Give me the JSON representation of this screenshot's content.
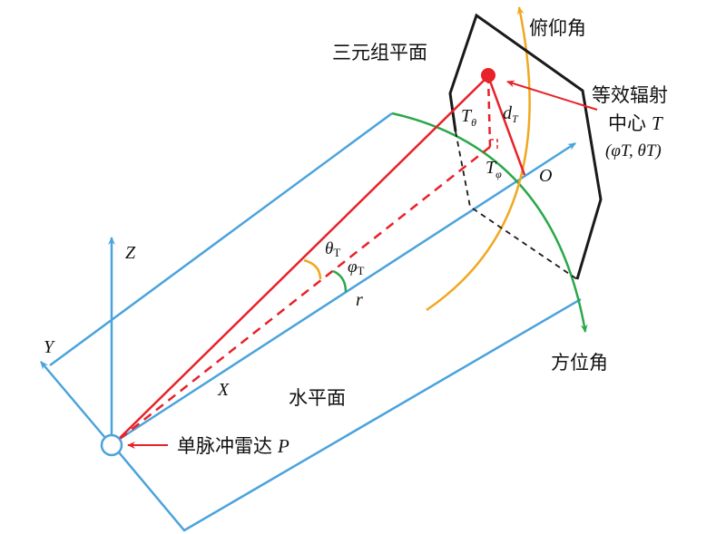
{
  "labels": {
    "triplet_plane": "三元组平面",
    "elevation": "俯仰角",
    "azimuth": "方位角",
    "horizontal_plane": "水平面",
    "radar": "单脉冲雷达",
    "radar_symbol": "P",
    "center_line1": "等效辐射",
    "center_line2": "中心",
    "center_symbol": "T",
    "center_coords": "(φT, θT)",
    "x_axis": "X",
    "y_axis": "Y",
    "z_axis": "Z",
    "origin": "O",
    "range": "r",
    "theta": "θ",
    "phi": "φ",
    "sub_T": "T",
    "T_theta": "T",
    "T_theta_sub": "θ",
    "T_phi": "T",
    "T_phi_sub": "φ",
    "d_T": "d",
    "d_T_sub": "T"
  },
  "colors": {
    "blue": "#4aa3dc",
    "red": "#e8212a",
    "green": "#2aa84a",
    "orange": "#f0a820",
    "black": "#1a1a1a"
  }
}
